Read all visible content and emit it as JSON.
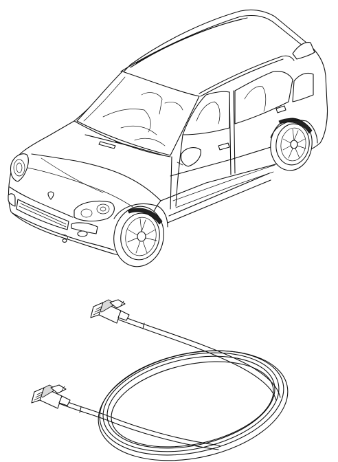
{
  "figure": {
    "background": "#ffffff",
    "line_color": "#111111",
    "items": [
      {
        "name": "vehicle",
        "icon": "suv-car-illustration"
      },
      {
        "name": "cable",
        "icon": "coiled-cable-with-connectors-illustration"
      }
    ]
  }
}
